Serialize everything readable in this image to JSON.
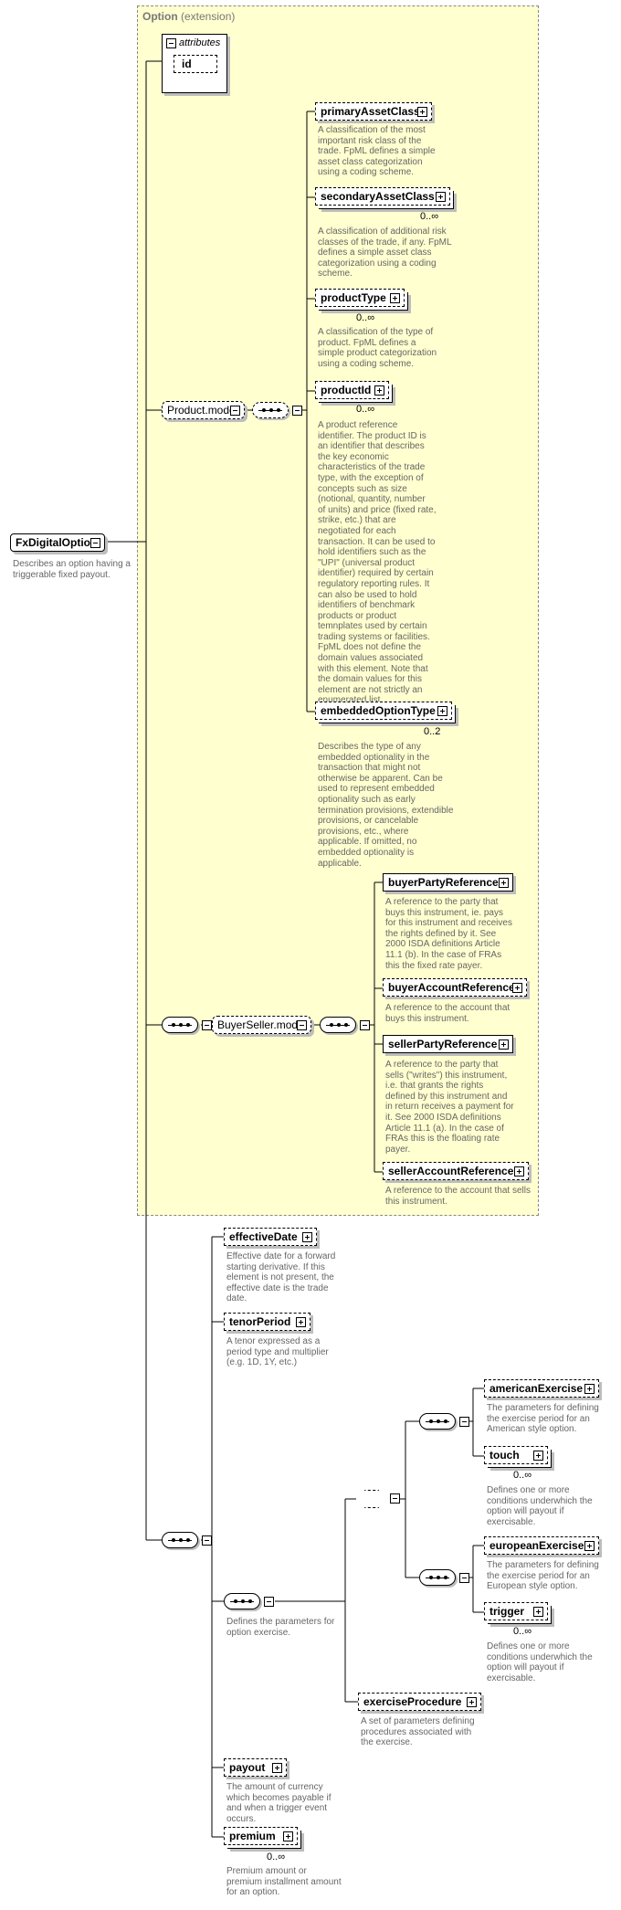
{
  "extension": {
    "name": "Option",
    "qualifier": "(extension)"
  },
  "attributes": {
    "title": "attributes",
    "id": "id"
  },
  "root": {
    "name": "FxDigitalOption",
    "description": "Describes an option having a\ntriggerable fixed payout."
  },
  "groups": {
    "product_model": "Product.model",
    "buyer_seller_model": "BuyerSeller.model"
  },
  "elements": {
    "primaryAssetClass": {
      "name": "primaryAssetClass",
      "description": "A classification of the most\nimportant risk class of the\ntrade. FpML defines a simple\nasset class categorization\nusing a coding scheme."
    },
    "secondaryAssetClass": {
      "name": "secondaryAssetClass",
      "cardinality": "0..∞",
      "description": "A classification of additional risk\nclasses of the trade, if any. FpML\ndefines a simple asset class\ncategorization using a coding\nscheme."
    },
    "productType": {
      "name": "productType",
      "cardinality": "0..∞",
      "description": "A classification of the type of\nproduct. FpML defines a\nsimple product categorization\nusing a coding scheme."
    },
    "productId": {
      "name": "productId",
      "cardinality": "0..∞",
      "description": "A product reference\nidentifier. The product ID is\nan identifier that describes\nthe key economic\ncharacteristics of the trade\ntype, with the exception of\nconcepts such as size\n(notional, quantity, number\nof units) and price (fixed rate,\nstrike, etc.) that are\nnegotiated for each\ntransaction. It can be used to\nhold identifiers such as the\n\"UPI\" (universal product\nidentifier) required by certain\nregulatory reporting rules. It\ncan also be used to hold\nidentifiers of benchmark\nproducts or product\ntemnplates used by certain\ntrading systems or facilities.\nFpML does not define the\ndomain values associated\nwith this element. Note that\nthe domain values for this\nelement are not strictly an\nenumerated list."
    },
    "embeddedOptionType": {
      "name": "embeddedOptionType",
      "cardinality": "0..2",
      "description": "Describes the type of any\nembedded optionality in the\ntransaction that might not\notherwise be apparent. Can be\nused to represent embedded\noptionality such as early\ntermination provisions, extendible\nprovisions, or cancelable\nprovisions, etc., where\napplicable. If omitted, no\nembedded optionality is\napplicable."
    },
    "buyerPartyReference": {
      "name": "buyerPartyReference",
      "description": "A reference to the party that\nbuys this instrument, ie. pays\nfor this instrument and receives\nthe rights defined by it. See\n2000 ISDA definitions Article\n11.1 (b). In the case of FRAs\nthis the fixed rate payer."
    },
    "buyerAccountReference": {
      "name": "buyerAccountReference",
      "description": "A reference to the account that\nbuys this instrument."
    },
    "sellerPartyReference": {
      "name": "sellerPartyReference",
      "description": "A reference to the party that\nsells (\"writes\") this instrument,\ni.e. that grants the rights\ndefined by this instrument and\nin return receives a payment for\nit. See 2000 ISDA definitions\nArticle 11.1 (a). In the case of\nFRAs this is the floating rate\npayer."
    },
    "sellerAccountReference": {
      "name": "sellerAccountReference",
      "description": "A reference to the account that sells\nthis instrument."
    },
    "effectiveDate": {
      "name": "effectiveDate",
      "description": "Effective date for a forward\nstarting derivative. If this\nelement is not present, the\neffective date is the trade\ndate."
    },
    "tenorPeriod": {
      "name": "tenorPeriod",
      "description": "A tenor expressed as a\nperiod type and multiplier\n(e.g. 1D, 1Y, etc.)"
    },
    "exerciseSequence": {
      "description": "Defines the parameters for\noption exercise."
    },
    "americanExercise": {
      "name": "americanExercise",
      "description": "The parameters for defining\nthe exercise period for an\nAmerican style option."
    },
    "touch": {
      "name": "touch",
      "cardinality": "0..∞",
      "description": "Defines one or more\nconditions underwhich the\noption will payout if\nexercisable."
    },
    "europeanExercise": {
      "name": "europeanExercise",
      "description": "The parameters for defining\nthe exercise period for an\nEuropean style option."
    },
    "trigger": {
      "name": "trigger",
      "cardinality": "0..∞",
      "description": "Defines one or more\nconditions underwhich the\noption will payout if\nexercisable."
    },
    "exerciseProcedure": {
      "name": "exerciseProcedure",
      "description": "A set of parameters defining\nprocedures associated with\nthe exercise."
    },
    "payout": {
      "name": "payout",
      "description": "The amount of currency\nwhich becomes payable if\nand when a trigger event\noccurs."
    },
    "premium": {
      "name": "premium",
      "cardinality": "0..∞",
      "description": "Premium amount or\npremium installment amount\nfor an option."
    }
  },
  "colors": {
    "extension_bg": "#ffffd0",
    "description_text": "#666666",
    "shadow": "#bdbdbd"
  },
  "icons": {
    "expand": "plus-icon",
    "collapse": "minus-icon",
    "sequence": "sequence-icon",
    "choice": "choice-icon"
  }
}
